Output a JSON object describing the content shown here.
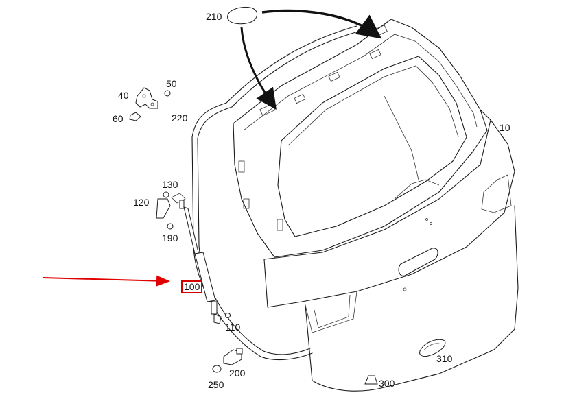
{
  "diagram": {
    "parts": [
      {
        "id": "p10",
        "label": "10"
      },
      {
        "id": "p40",
        "label": "40"
      },
      {
        "id": "p50",
        "label": "50"
      },
      {
        "id": "p60",
        "label": "60"
      },
      {
        "id": "p100",
        "label": "100",
        "highlighted": true
      },
      {
        "id": "p110",
        "label": "110"
      },
      {
        "id": "p120",
        "label": "120"
      },
      {
        "id": "p130",
        "label": "130"
      },
      {
        "id": "p190",
        "label": "190"
      },
      {
        "id": "p200",
        "label": "200"
      },
      {
        "id": "p210",
        "label": "210"
      },
      {
        "id": "p220",
        "label": "220"
      },
      {
        "id": "p250",
        "label": "250"
      },
      {
        "id": "p300",
        "label": "300"
      },
      {
        "id": "p310",
        "label": "310"
      }
    ],
    "colors": {
      "line": "#1a1a1a",
      "highlight": "#d40000",
      "background": "#ffffff"
    }
  }
}
